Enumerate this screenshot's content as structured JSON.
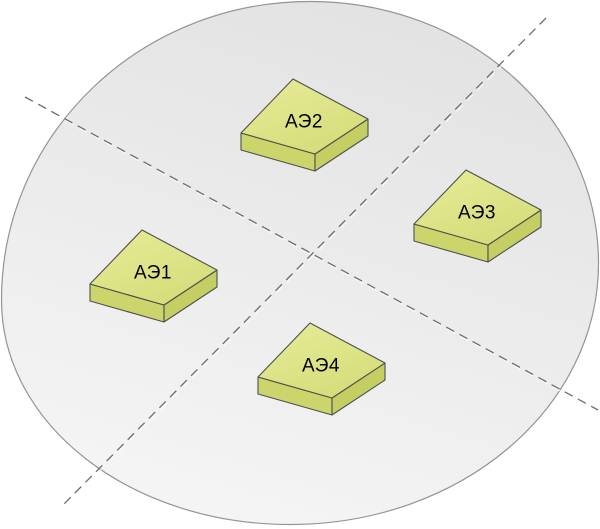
{
  "diagram": {
    "kind": "wafer-with-sensor-elements",
    "blocks": [
      {
        "label": "АЭ1"
      },
      {
        "label": "АЭ2"
      },
      {
        "label": "АЭ3"
      },
      {
        "label": "АЭ4"
      }
    ],
    "colors": {
      "background": "#ffffff",
      "substrate_fill_dark": "#e2e2e2",
      "substrate_fill_light": "#f5f5f5",
      "substrate_stroke": "#949494",
      "block_top_light": "#e7ec98",
      "block_top_dark": "#d6dd7b",
      "block_side_left": "#ccd46c",
      "block_side_right": "#c5ce62",
      "block_outline": "#4f4f4f",
      "axis_line": "#6e6e6e",
      "axis_line_highlight": "#ffffff",
      "label_color": "#000000"
    }
  }
}
